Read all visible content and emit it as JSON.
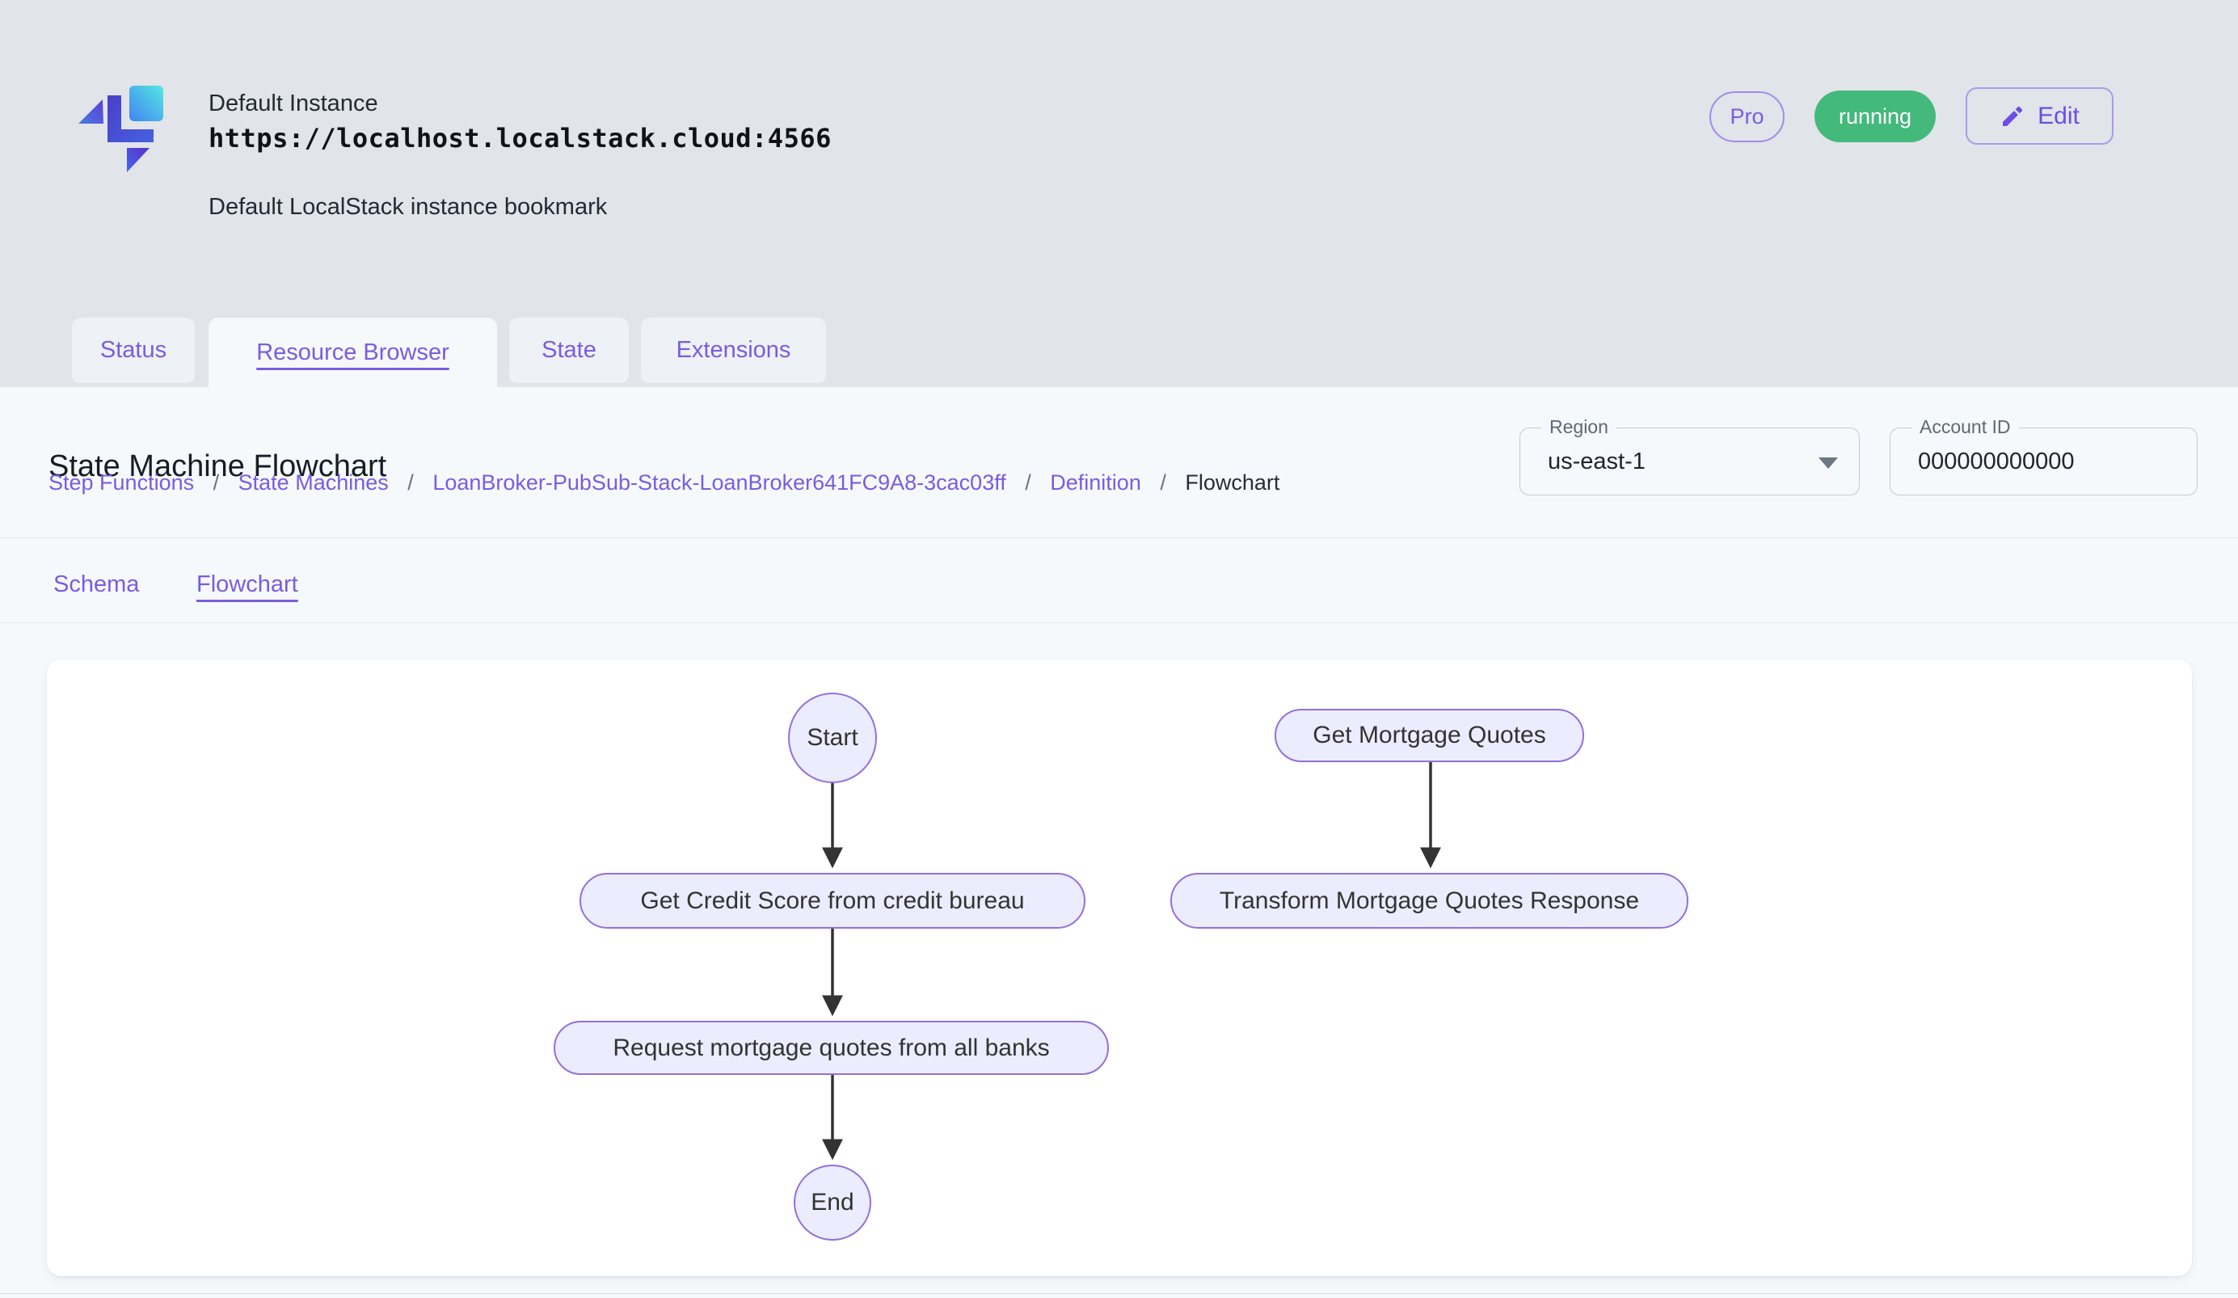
{
  "header": {
    "instance_name": "Default Instance",
    "instance_url": "https://localhost.localstack.cloud:4566",
    "instance_description": "Default LocalStack instance bookmark",
    "pro_badge": "Pro",
    "status_badge": "running",
    "edit_button": "Edit"
  },
  "tabs": [
    {
      "label": "Status",
      "active": false
    },
    {
      "label": "Resource Browser",
      "active": true
    },
    {
      "label": "State",
      "active": false
    },
    {
      "label": "Extensions",
      "active": false
    }
  ],
  "page": {
    "title": "State Machine Flowchart",
    "breadcrumb_separator": "/",
    "breadcrumb": [
      {
        "label": "Step Functions",
        "link": true
      },
      {
        "label": "State Machines",
        "link": true
      },
      {
        "label": "LoanBroker-PubSub-Stack-LoanBroker641FC9A8-3cac03ff",
        "link": true
      },
      {
        "label": "Definition",
        "link": true
      },
      {
        "label": "Flowchart",
        "link": false
      }
    ],
    "region": {
      "label": "Region",
      "value": "us-east-1"
    },
    "account_id": {
      "label": "Account ID",
      "value": "000000000000"
    },
    "subtabs": [
      {
        "label": "Schema",
        "active": false
      },
      {
        "label": "Flowchart",
        "active": true
      }
    ]
  },
  "flowchart": {
    "nodes": [
      {
        "id": "start",
        "label": "Start",
        "shape": "ellipse"
      },
      {
        "id": "get-credit-score",
        "label": "Get Credit Score from credit bureau",
        "shape": "stadium"
      },
      {
        "id": "request-quotes",
        "label": "Request mortgage quotes from all banks",
        "shape": "stadium"
      },
      {
        "id": "end",
        "label": "End",
        "shape": "ellipse"
      },
      {
        "id": "get-mortgage-quotes",
        "label": "Get Mortgage Quotes",
        "shape": "stadium"
      },
      {
        "id": "transform-response",
        "label": "Transform Mortgage Quotes Response",
        "shape": "stadium"
      }
    ],
    "edges": [
      {
        "from": "start",
        "to": "get-credit-score"
      },
      {
        "from": "get-credit-score",
        "to": "request-quotes"
      },
      {
        "from": "request-quotes",
        "to": "end"
      },
      {
        "from": "get-mortgage-quotes",
        "to": "transform-response"
      }
    ],
    "node_fill": "#ececff",
    "node_border": "#9370db",
    "edge_color": "#333333"
  },
  "colors": {
    "accent_purple": "#7a5ce0",
    "running_green": "#44b97c",
    "page_background": "#e1e4e8",
    "panel_background": "#f6f9fb"
  }
}
